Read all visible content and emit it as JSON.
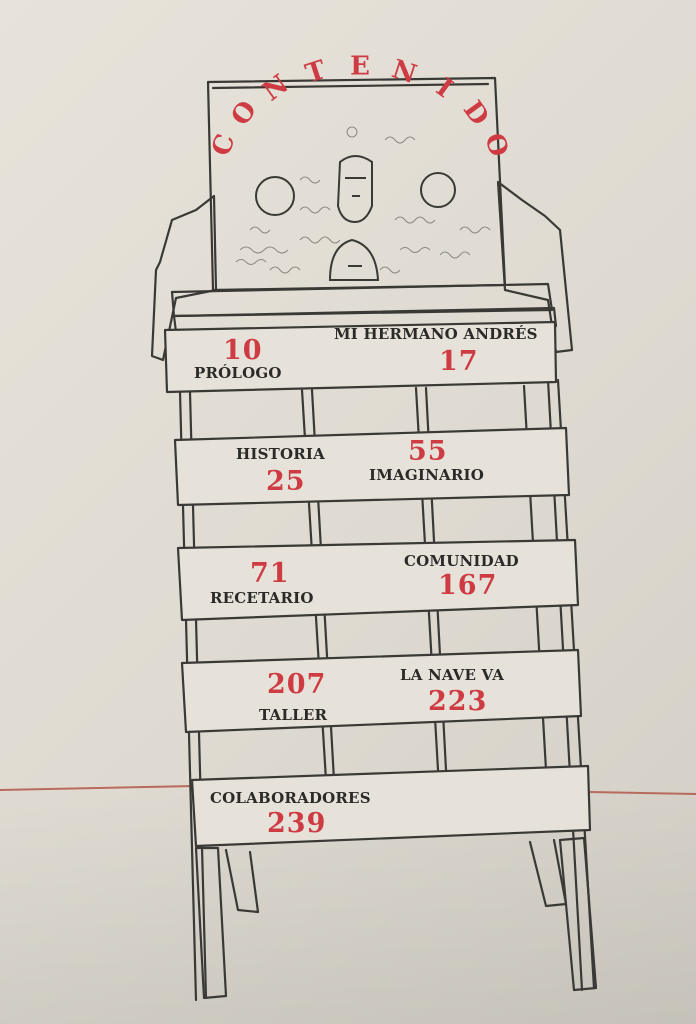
{
  "title_letters": [
    "C",
    "O",
    "N",
    "T",
    "E",
    "N",
    "I",
    "D",
    "O"
  ],
  "colors": {
    "accent": "#cf3b43",
    "ink": "#2b2a28",
    "paper": "#e4e0d7"
  },
  "entries": [
    {
      "label": "PRÓLOGO",
      "page": "10"
    },
    {
      "label": "MI HERMANO ANDRÉS",
      "page": "17"
    },
    {
      "label": "HISTORIA",
      "page": "25"
    },
    {
      "label": "IMAGINARIO",
      "page": "55"
    },
    {
      "label": "RECETARIO",
      "page": "71"
    },
    {
      "label": "COMUNIDAD",
      "page": "167"
    },
    {
      "label": "TALLER",
      "page": "207"
    },
    {
      "label": "LA NAVE VA",
      "page": "223"
    },
    {
      "label": "COLABORADORES",
      "page": "239"
    }
  ],
  "illustration": "hand-drawn-chair"
}
